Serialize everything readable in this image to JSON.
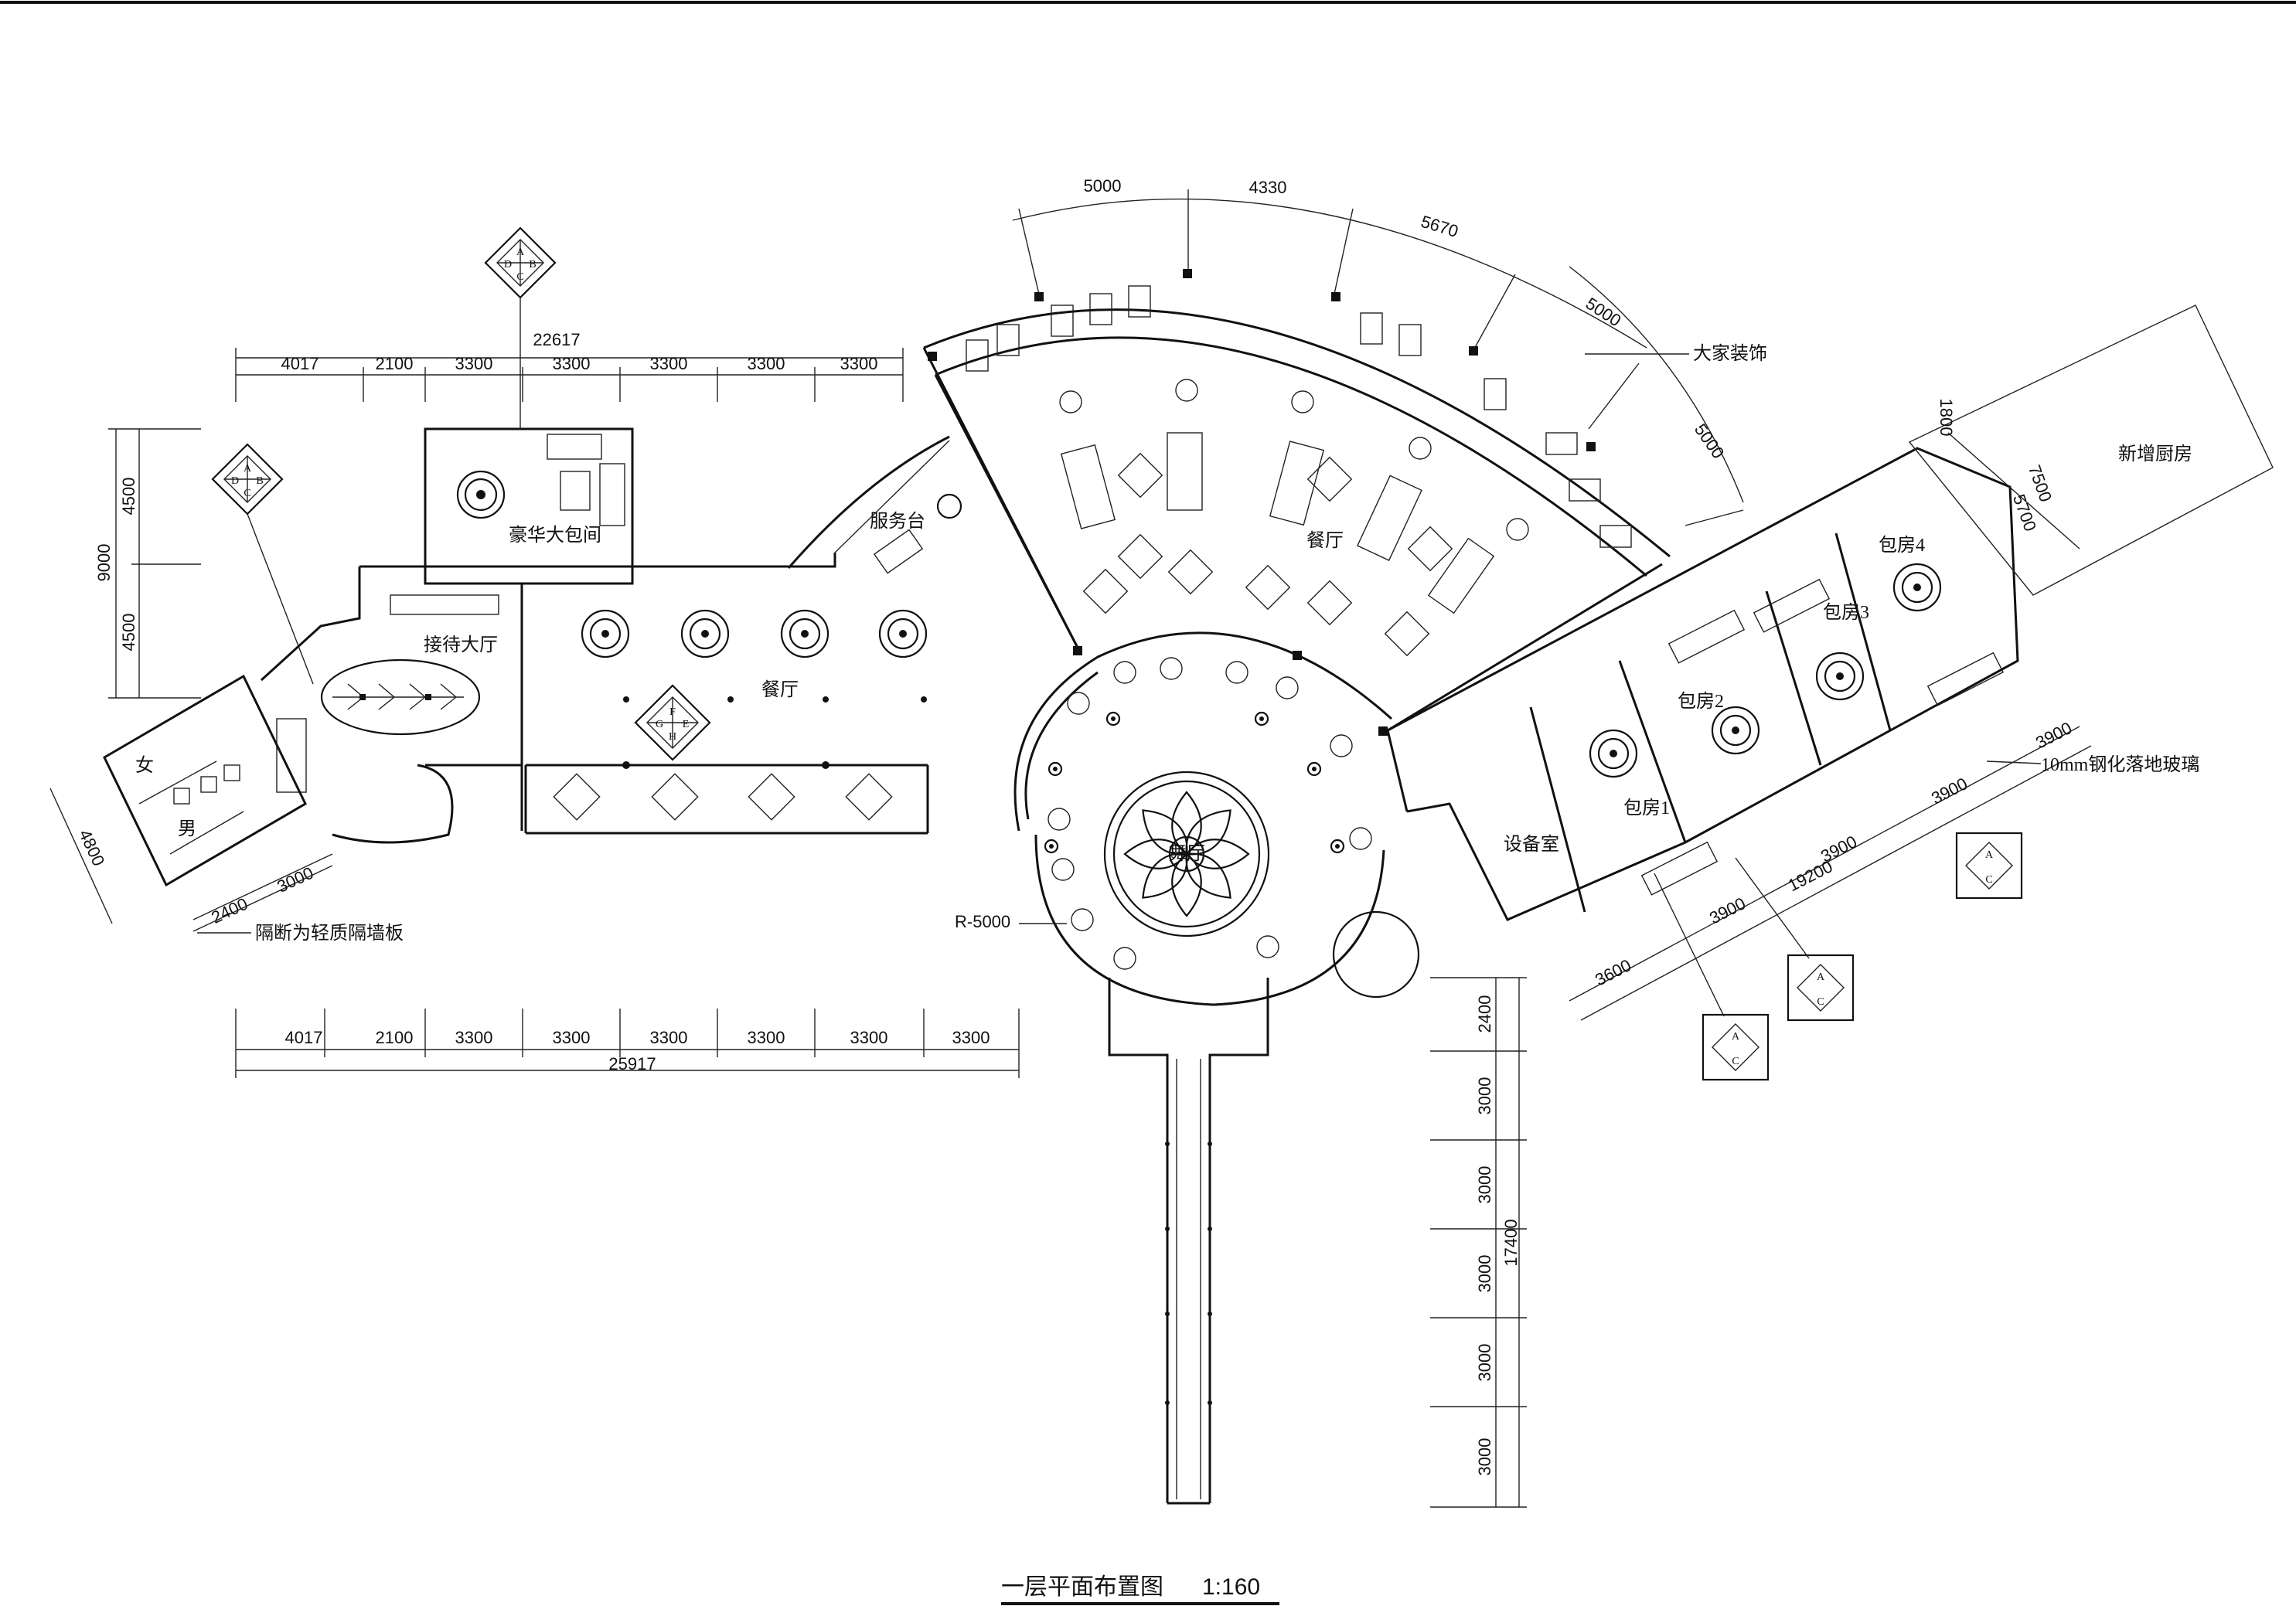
{
  "drawing": {
    "title": "一层平面布置图",
    "scale": "1:160"
  },
  "rooms": {
    "luxury_private_room": "豪华大包间",
    "reception_hall": "接待大厅",
    "service_desk": "服务台",
    "dining_west": "餐厅",
    "dining_fan": "餐厅",
    "dance_hall": "舞厅",
    "equipment_room": "设备室",
    "private_room_1": "包房1",
    "private_room_2": "包房2",
    "private_room_3": "包房3",
    "private_room_4": "包房4",
    "new_kitchen": "新增厨房",
    "female": "女",
    "male": "男"
  },
  "notes": {
    "partition": "隔断为轻质隔墙板",
    "glass": "10mm钢化落地玻璃",
    "marble": "大家装饰",
    "radius": "R-5000"
  },
  "dims": {
    "top_total": "22617",
    "top_segments": [
      "4017",
      "2100",
      "3300",
      "3300",
      "3300",
      "3300",
      "3300"
    ],
    "bottom_total": "25917",
    "bottom_segments": [
      "4017",
      "2100",
      "3300",
      "3300",
      "3300",
      "3300",
      "3300",
      "3300"
    ],
    "left_total": "9000",
    "left_segments": [
      "4500",
      "4500"
    ],
    "arc_segments": [
      "5000",
      "4330",
      "5670",
      "5000",
      "5000"
    ],
    "kitchen": [
      "1800",
      "7500",
      "5700"
    ],
    "toilet": [
      "4800",
      "2400",
      "3000"
    ],
    "wing_total": "19200",
    "wing_segments": [
      "3600",
      "3900",
      "3900",
      "3900",
      "3900"
    ],
    "walkway_total": "17400",
    "walkway_segments": [
      "2400",
      "3000",
      "3000",
      "3000",
      "3000",
      "3000"
    ]
  },
  "markers": {
    "abcd": [
      "A",
      "B",
      "C",
      "D"
    ],
    "fghe": [
      "F",
      "G",
      "H",
      "E"
    ]
  }
}
